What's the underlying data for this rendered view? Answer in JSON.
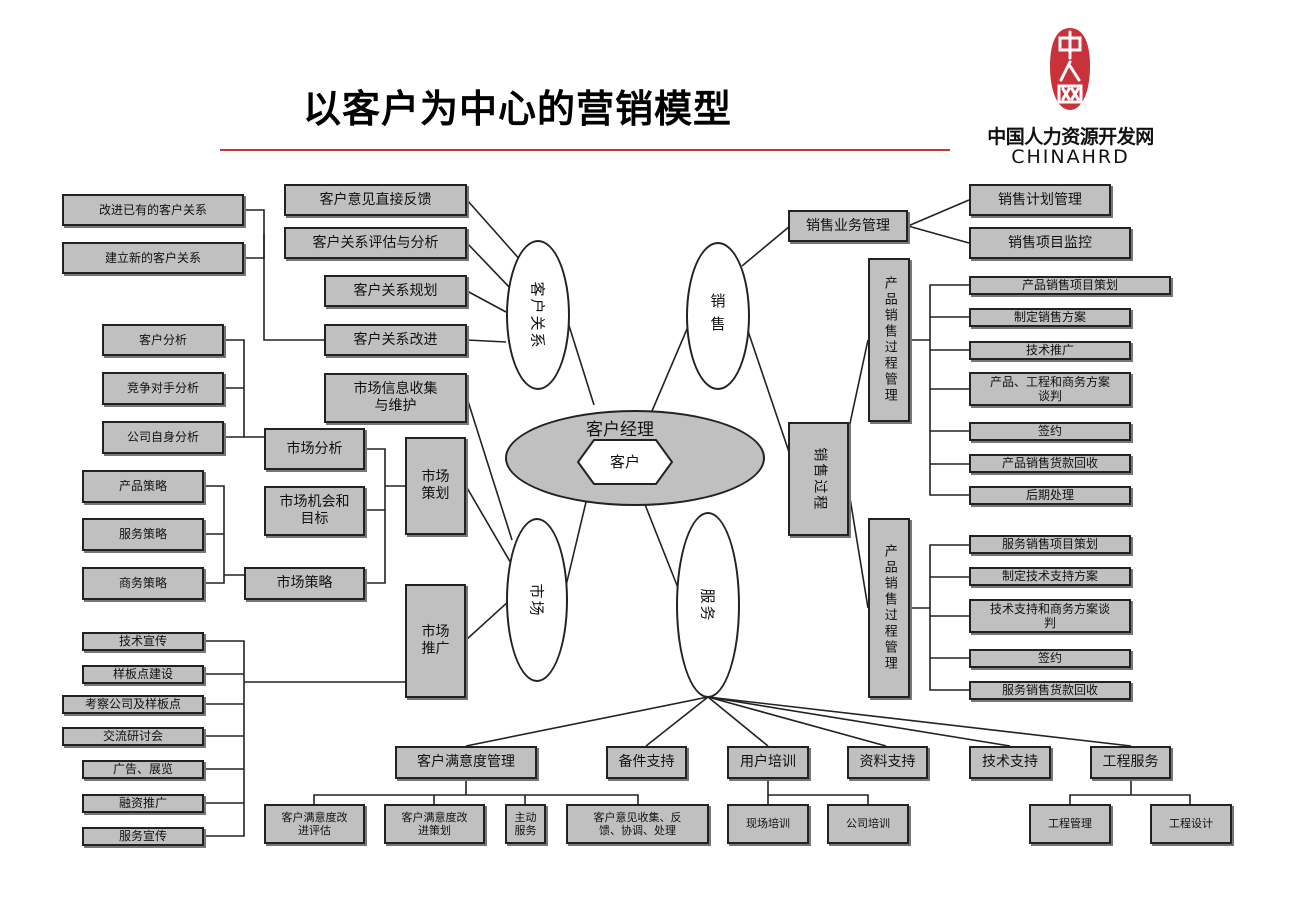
{
  "title": "以客户为中心的营销模型",
  "logo": {
    "cn": "中国人力资源开发网",
    "en": "CHINAHRD",
    "mark_text": "中人网"
  },
  "colors": {
    "accent": "#c8323a",
    "box_fill": "#c0c0c0",
    "line": "#222222"
  },
  "center": {
    "outer": "客户经理",
    "inner": "客户"
  },
  "branches": {
    "customer_relation": "客户关系",
    "sales": "销售",
    "market": "市场",
    "service": "服务",
    "sales_process": "销售过程"
  },
  "customer_relation": {
    "children": [
      "客户意见直接反馈",
      "客户关系评估与分析",
      "客户关系规划",
      "客户关系改进"
    ],
    "improvement_inputs": [
      "改进已有的客户关系",
      "建立新的客户关系"
    ]
  },
  "market": {
    "info": "市场信息收集\n与维护",
    "planning": "市场\n策划",
    "promotion": "市场\n推广",
    "analysis": "市场分析",
    "opportunity": "市场机会和\n目标",
    "strategy": "市场策略",
    "analysis_inputs": [
      "客户分析",
      "竞争对手分析",
      "公司自身分析"
    ],
    "strategy_inputs": [
      "产品策略",
      "服务策略",
      "商务策略"
    ],
    "promotion_inputs": [
      "技术宣传",
      "样板点建设",
      "考察公司及样板点",
      "交流研讨会",
      "广告、展览",
      "融资推广",
      "服务宣传"
    ]
  },
  "sales": {
    "business_mgmt": "销售业务管理",
    "business_children": [
      "销售计划管理",
      "销售项目监控"
    ],
    "product_process": "产品销售过程管理",
    "product_steps": [
      "产品销售项目策划",
      "制定销售方案",
      "技术推广",
      "产品、工程和商务方案\n谈判",
      "签约",
      "产品销售货款回收",
      "后期处理"
    ],
    "service_process": "产品销售过程管理",
    "service_steps": [
      "服务销售项目策划",
      "制定技术支持方案",
      "技术支持和商务方案谈\n判",
      "签约",
      "服务销售货款回收"
    ]
  },
  "service": {
    "children": [
      "客户满意度管理",
      "备件支持",
      "用户培训",
      "资料支持",
      "技术支持",
      "工程服务"
    ],
    "satisfaction_children": [
      "客户满意度改\n进评估",
      "客户满意度改\n进策划",
      "主动\n服务",
      "客户意见收集、反\n馈、协调、处理"
    ],
    "training_children": [
      "现场培训",
      "公司培训"
    ],
    "engineering_children": [
      "工程管理",
      "工程设计"
    ]
  }
}
